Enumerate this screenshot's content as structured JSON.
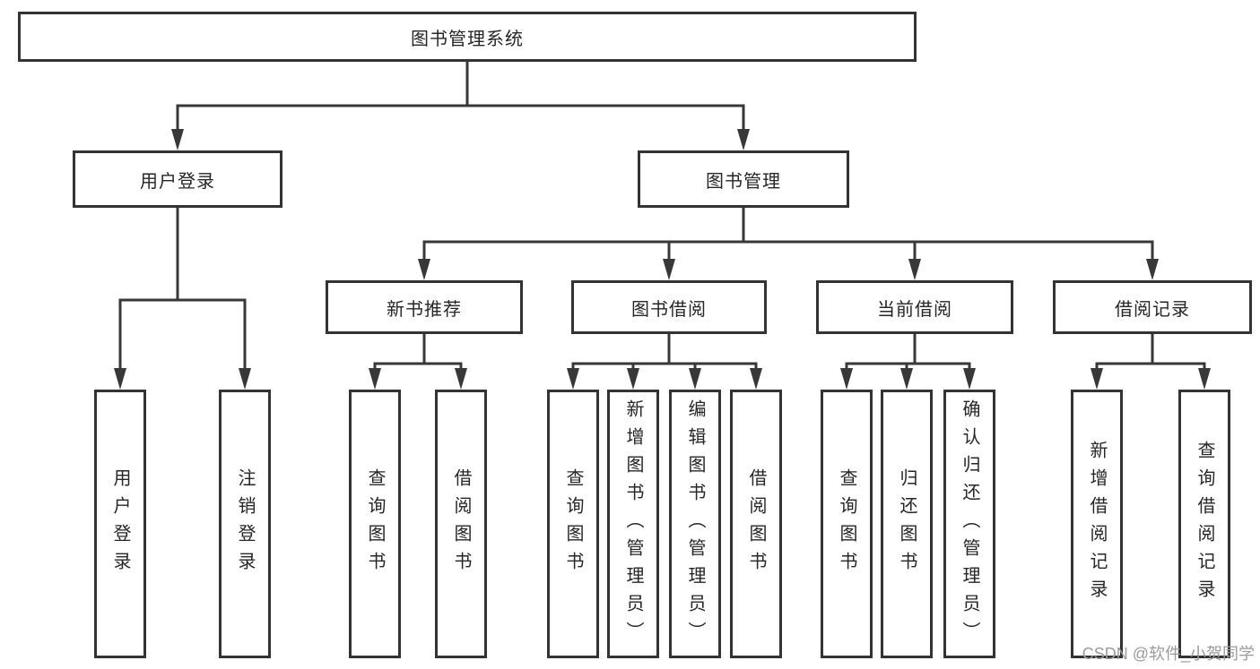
{
  "diagram": {
    "root": {
      "label": "图书管理系统"
    },
    "branches": [
      {
        "label": "用户登录",
        "children": [
          {
            "label": "用户登录"
          },
          {
            "label": "注销登录"
          }
        ]
      },
      {
        "label": "图书管理",
        "children": [
          {
            "label": "新书推荐",
            "children": [
              {
                "label": "查询图书"
              },
              {
                "label": "借阅图书"
              }
            ]
          },
          {
            "label": "图书借阅",
            "children": [
              {
                "label": "查询图书"
              },
              {
                "label": "新增图书（管理员）"
              },
              {
                "label": "编辑图书（管理员）"
              },
              {
                "label": "借阅图书"
              }
            ]
          },
          {
            "label": "当前借阅",
            "children": [
              {
                "label": "查询图书"
              },
              {
                "label": "归还图书"
              },
              {
                "label": "确认归还（管理员）"
              }
            ]
          },
          {
            "label": "借阅记录",
            "children": [
              {
                "label": "新增借阅记录"
              },
              {
                "label": "查询借阅记录"
              }
            ]
          }
        ]
      }
    ]
  },
  "watermark": {
    "text": "CSDN @软件_小贺同学"
  },
  "colors": {
    "line": "#383838",
    "border": "#333333",
    "text": "#262626",
    "watermark": "#9b9b9b",
    "background": "#ffffff"
  }
}
